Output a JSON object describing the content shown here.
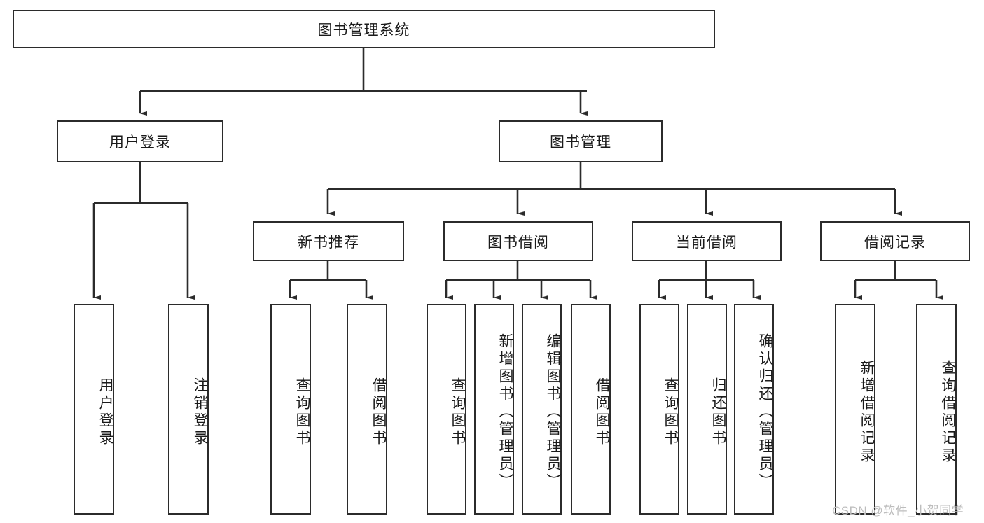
{
  "diagram": {
    "type": "tree-hierarchy",
    "title": "图书管理系统",
    "orientation": "top-down",
    "colors": {
      "background": "#ffffff",
      "box_border": "#2b2b2b",
      "box_fill": "#ffffff",
      "text": "#1a1a1a",
      "connector": "#2b2b2b",
      "watermark": "#bdbdbd"
    },
    "root": {
      "label": "图书管理系统",
      "id": "root"
    },
    "level2": [
      {
        "id": "user-login",
        "label": "用户登录"
      },
      {
        "id": "book-management",
        "label": "图书管理"
      }
    ],
    "level3": [
      {
        "id": "new-book-recommend",
        "label": "新书推荐",
        "parent": "book-management"
      },
      {
        "id": "book-borrow",
        "label": "图书借阅",
        "parent": "book-management"
      },
      {
        "id": "current-borrow",
        "label": "当前借阅",
        "parent": "book-management"
      },
      {
        "id": "borrow-record",
        "label": "借阅记录",
        "parent": "book-management"
      }
    ],
    "leaves": {
      "user-login": [
        {
          "id": "leaf-user-login",
          "label": "用户登录"
        },
        {
          "id": "leaf-logout-login",
          "label": "注销登录"
        }
      ],
      "new-book-recommend": [
        {
          "id": "leaf-query-book-1",
          "label": "查询图书"
        },
        {
          "id": "leaf-borrow-book-1",
          "label": "借阅图书"
        }
      ],
      "book-borrow": [
        {
          "id": "leaf-query-book-2",
          "label": "查询图书"
        },
        {
          "id": "leaf-add-book",
          "label": "新增图书（管理员）"
        },
        {
          "id": "leaf-edit-book",
          "label": "编辑图书（管理员）"
        },
        {
          "id": "leaf-borrow-book-2",
          "label": "借阅图书"
        }
      ],
      "current-borrow": [
        {
          "id": "leaf-query-book-3",
          "label": "查询图书"
        },
        {
          "id": "leaf-return-book",
          "label": "归还图书"
        },
        {
          "id": "leaf-confirm-return",
          "label": "确认归还（管理员）"
        }
      ],
      "borrow-record": [
        {
          "id": "leaf-add-record",
          "label": "新增借阅记录"
        },
        {
          "id": "leaf-query-record",
          "label": "查询借阅记录"
        }
      ]
    }
  },
  "watermark": {
    "text": "CSDN @软件_小贺同学"
  }
}
